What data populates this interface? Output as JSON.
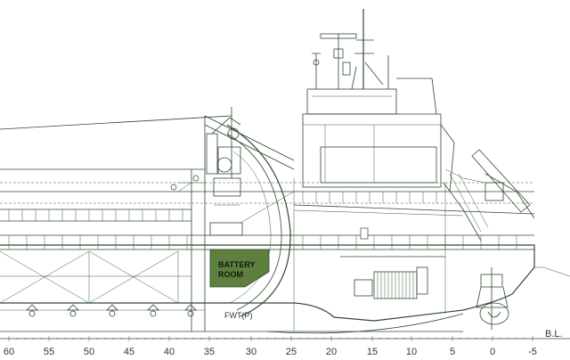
{
  "battery_room": {
    "label_line1": "BATTERY",
    "label_line2": "ROOM",
    "fill_color": "#5f7f3e"
  },
  "tank_tag": "FWT(P)",
  "baseline_label": "B.L.",
  "frame_scale": [
    "60",
    "55",
    "50",
    "45",
    "40",
    "35",
    "30",
    "25",
    "20",
    "15",
    "10",
    "5",
    "0",
    "-5"
  ],
  "line_color": "#2f4a2f"
}
